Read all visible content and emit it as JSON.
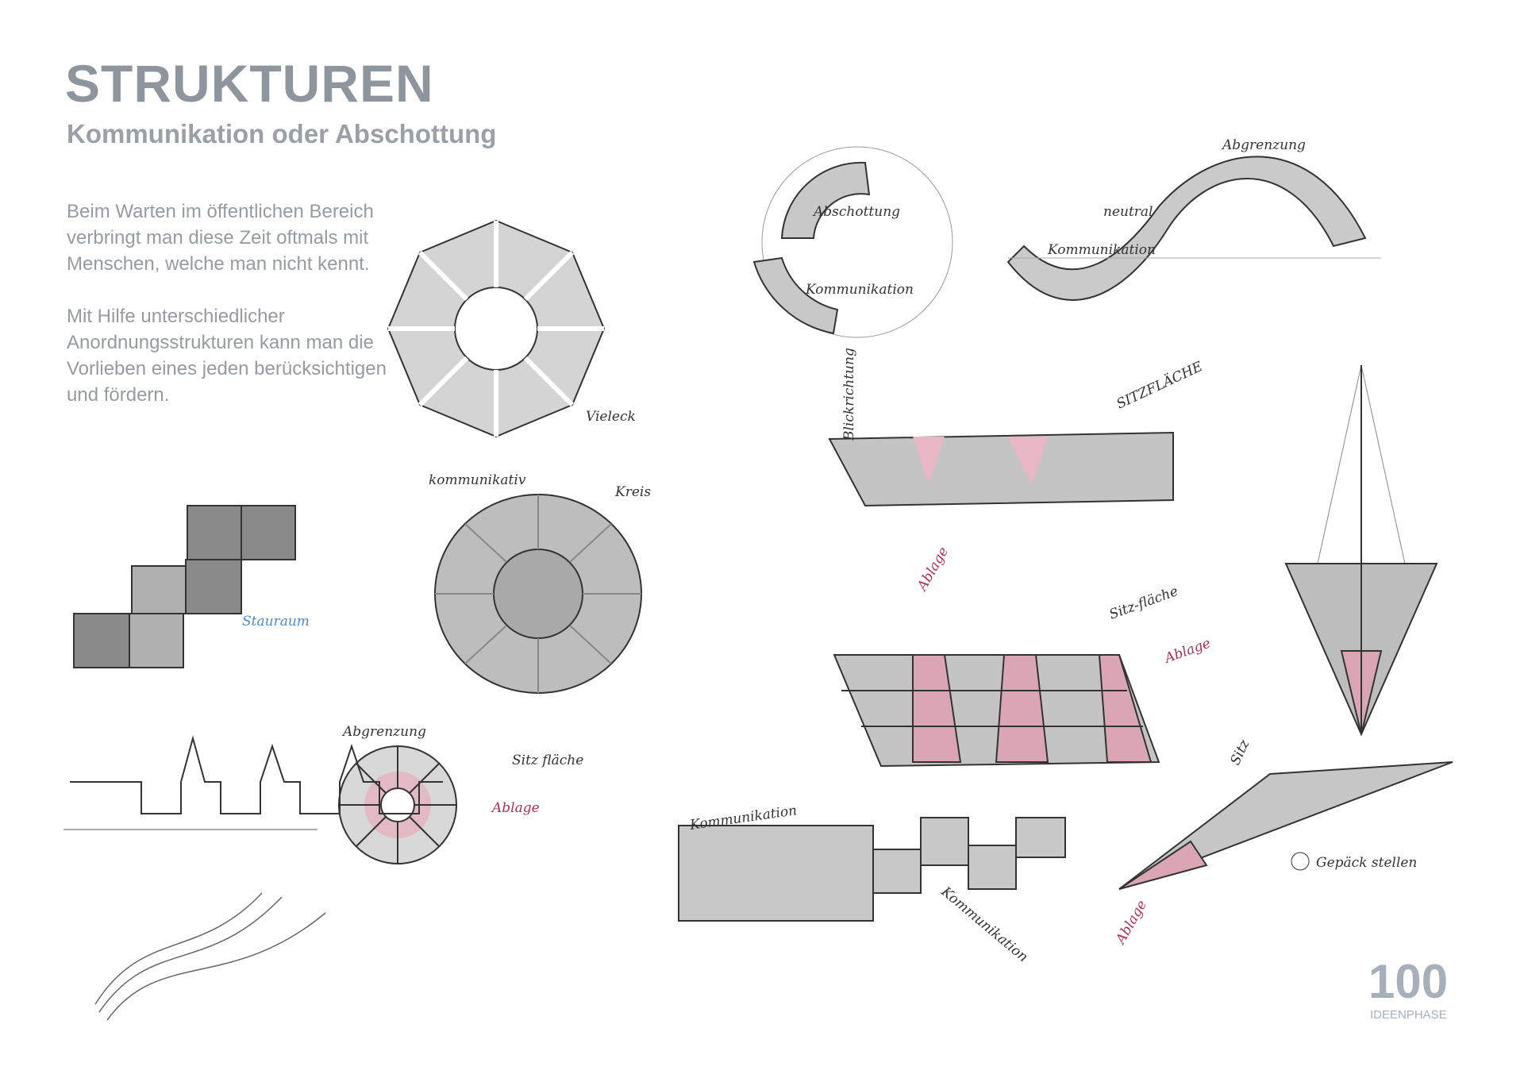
{
  "header": {
    "title": "STRUKTUREN",
    "subtitle": "Kommunikation oder Abschottung"
  },
  "body": {
    "paragraphs": [
      "Beim Warten im öffentlichen Bereich verbringt man diese Zeit oftmals mit Menschen, welche man nicht kennt.",
      "Mit Hilfe unterschiedlicher Anordnungsstrukturen kann man die Vorlieben eines jeden berücksichtigen und fördern."
    ]
  },
  "sketch_labels": {
    "vieleck": "Vieleck",
    "kommunikativ": "kommunikativ",
    "kreis": "Kreis",
    "stauraum": "Stauraum",
    "abgrenzung_ring": "Abgrenzung",
    "sitzflaeche_ring": "Sitz fläche",
    "ablage_ring": "Ablage",
    "abschottung": "Abschottung",
    "kommunikation_arc": "Kommunikation",
    "abgrenzung_wave": "Abgrenzung",
    "neutral": "neutral",
    "kommunikation_wave": "Kommunikation",
    "blickrichtung": "Blickrichtung",
    "sitzflaeche_band": "SITZFLÄCHE",
    "ablage_band": "Ablage",
    "sitzflaeche_band2": "Sitz-fläche",
    "ablage_band2": "Ablage",
    "kommunikation_grid": "Kommunikation",
    "kommunikation_grid2": "Kommunikation",
    "sitz": "Sitz",
    "gepaeck": "Gepäck stellen",
    "ablage_wedge": "Ablage"
  },
  "footer": {
    "page_number": "100",
    "section": "IDEENPHASE"
  },
  "colors": {
    "heading": "#8e959c",
    "sketch_fill": "#c9c9c9",
    "sketch_red": "#b0304a",
    "sketch_blue": "#4a8ccc"
  }
}
